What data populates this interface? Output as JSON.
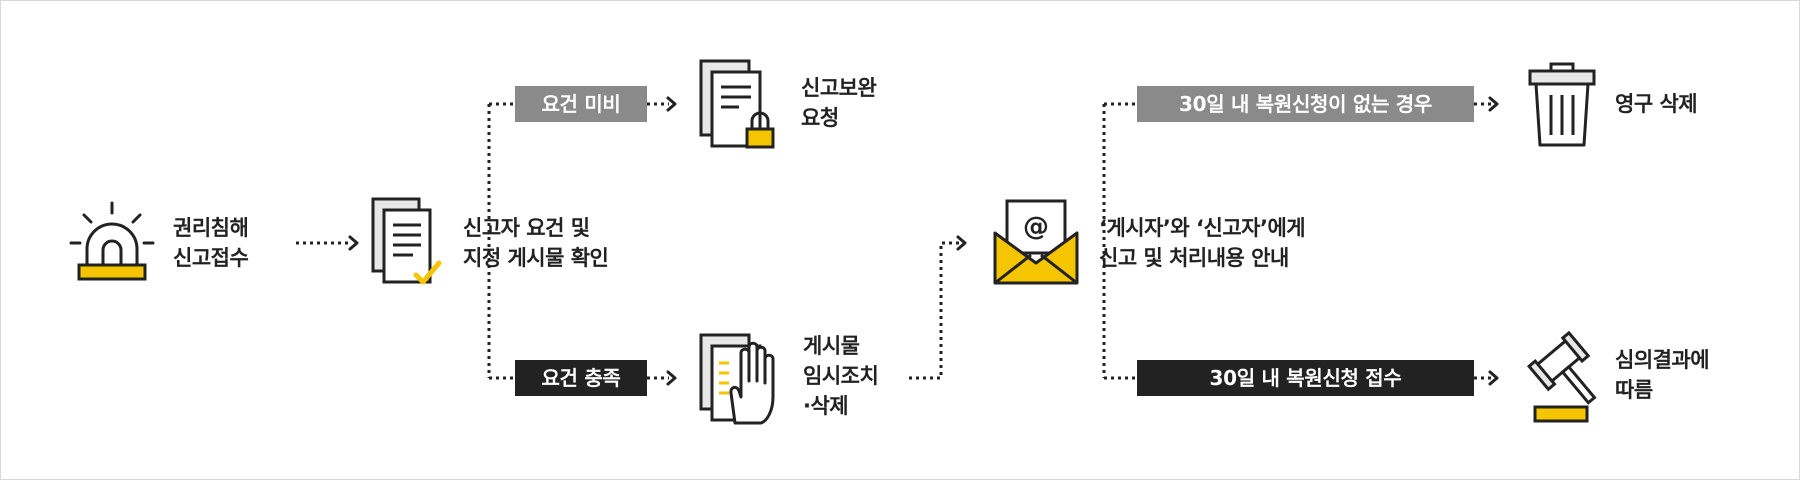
{
  "colors": {
    "accent": "#f4c500",
    "line": "#222222",
    "tag_gray": "#8a8a8a",
    "tag_dark": "#222222",
    "doc_fill": "#ececec"
  },
  "steps": {
    "report": {
      "icon": "siren-icon",
      "lines": [
        "권리침해",
        "신고접수"
      ]
    },
    "verify": {
      "icon": "document-check-icon",
      "lines": [
        "신고자 요건 및",
        "지정 게시물 확인"
      ]
    },
    "supplement": {
      "icon": "document-lock-icon",
      "lines": [
        "신고보완",
        "요청"
      ]
    },
    "temporary": {
      "icon": "document-hand-icon",
      "lines": [
        "게시물",
        "임시조치",
        "·삭제"
      ]
    },
    "notify": {
      "icon": "email-at-icon",
      "lines": [
        "‘게시자’와 ‘신고자’에게",
        "신고 및 처리내용 안내"
      ]
    },
    "delete": {
      "icon": "trash-can-icon",
      "lines": [
        "영구 삭제"
      ]
    },
    "review": {
      "icon": "gavel-icon",
      "lines": [
        "심의결과에",
        "따름"
      ]
    }
  },
  "conditions": {
    "incomplete": "요건 미비",
    "satisfied": "요건 충족",
    "no_restore": "30일 내 복원신청이 없는 경우",
    "restore": "30일 내 복원신청 접수"
  }
}
